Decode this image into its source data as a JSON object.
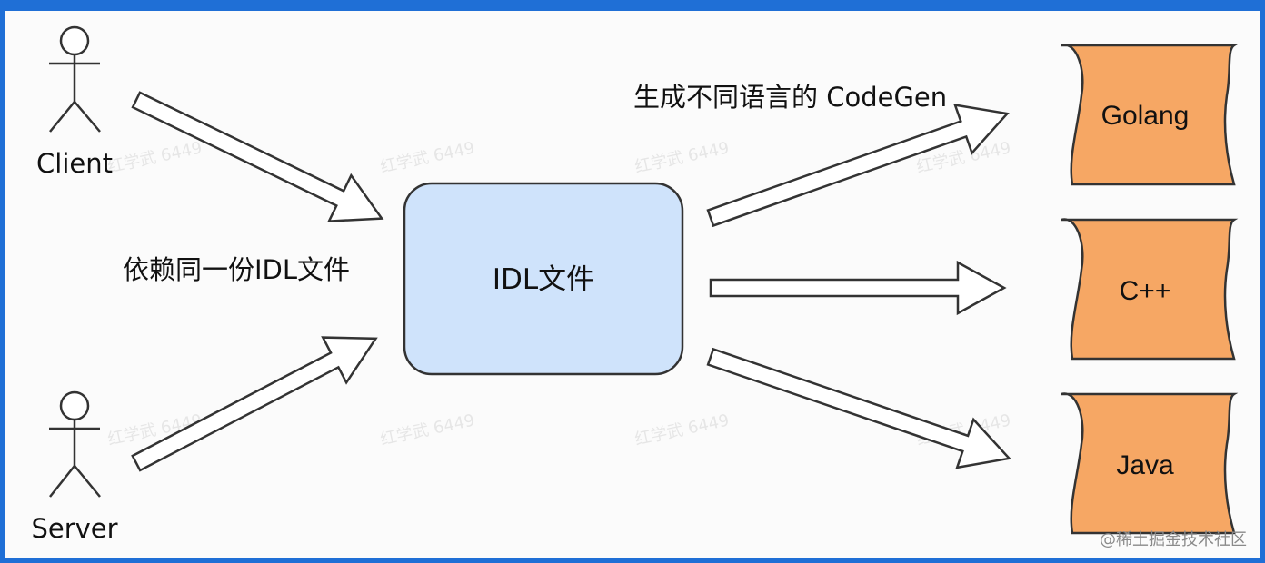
{
  "actors": {
    "client": "Client",
    "server": "Server"
  },
  "labels": {
    "shared_idl": "依赖同一份IDL文件",
    "codegen": "生成不同语言的 CodeGen"
  },
  "center_box": {
    "label": "IDL文件"
  },
  "languages": [
    "Golang",
    "C++",
    "Java"
  ],
  "watermark": "红学武 6449",
  "credit": "@稀土掘金技术社区",
  "colors": {
    "frame": "#1f6fd6",
    "idl_box_fill": "#cfe3fb",
    "language_fill": "#f6a764",
    "arrow_fill": "#ffffff",
    "stroke": "#333333"
  }
}
